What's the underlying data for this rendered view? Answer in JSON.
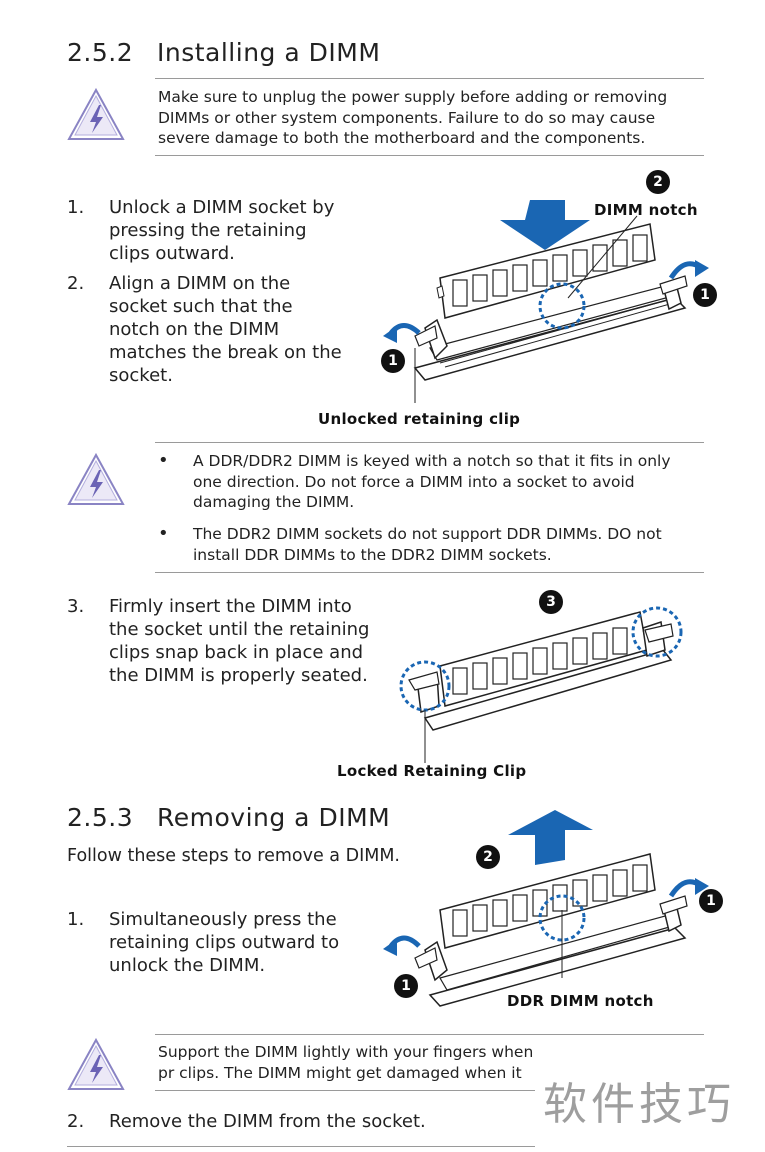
{
  "section_install": {
    "number": "2.5.2",
    "title": "Installing a DIMM",
    "warning": "Make sure to unplug the power supply before adding or removing DIMMs or other system components. Failure to do so may cause severe damage to both the motherboard and the components.",
    "steps": [
      {
        "number": "1.",
        "text": "Unlock a DIMM socket by pressing the retaining clips outward."
      },
      {
        "number": "2.",
        "text": "Align a DIMM on the socket such that the notch on the DIMM matches the break on the socket."
      },
      {
        "number": "3.",
        "text": "Firmly insert the DIMM into the socket until the retaining clips snap back in place and the DIMM is properly seated."
      }
    ],
    "figure1": {
      "notch_label": "DIMM notch",
      "clip_label": "Unlocked retaining clip",
      "badges": [
        "1",
        "2",
        "1"
      ]
    },
    "notes": [
      "A DDR/DDR2 DIMM is keyed with a notch so that it fits in only one direction. Do not force a DIMM into a socket to avoid damaging the DIMM.",
      "The DDR2 DIMM sockets do not support DDR DIMMs. DO not install DDR DIMMs to the DDR2 DIMM sockets."
    ],
    "bullet_symbol": "•",
    "figure2": {
      "clip_label": "Locked Retaining Clip",
      "badge": "3"
    }
  },
  "section_remove": {
    "number": "2.5.3",
    "title": "Removing a DIMM",
    "intro": "Follow these steps to remove a DIMM.",
    "steps": [
      {
        "number": "1.",
        "text": "Simultaneously press the retaining clips outward to unlock the DIMM."
      },
      {
        "number": "2.",
        "text": "Remove the DIMM from the socket."
      }
    ],
    "figure3": {
      "notch_label": "DDR DIMM notch",
      "badges": [
        "2",
        "1",
        "1"
      ]
    },
    "warning": "Support the DIMM lightly with your fingers when pr clips. The DIMM might get damaged when it flips ou"
  },
  "watermark": "软件技巧",
  "colors": {
    "accent_blue": "#1a66b3",
    "warning_purple": "#7b72b8",
    "rule": "#9a9a9a"
  },
  "icons": [
    "warning-triangle-icon",
    "lightning-icon"
  ]
}
